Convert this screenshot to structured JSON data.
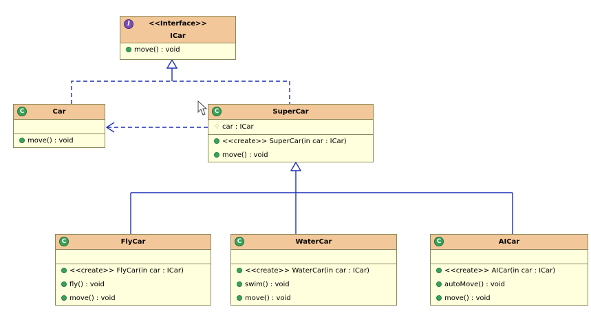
{
  "interface": {
    "stereotype": "<<Interface>>",
    "name": "ICar",
    "icon": "interface-icon",
    "operations": [
      "move() : void"
    ]
  },
  "classes": [
    {
      "key": "car",
      "name": "Car",
      "attributes": [],
      "operations": [
        "move() : void"
      ]
    },
    {
      "key": "supercar",
      "name": "SuperCar",
      "attributes": [
        "car : ICar"
      ],
      "operations": [
        "<<create>> SuperCar(in car : ICar)",
        "move() : void"
      ]
    },
    {
      "key": "flycar",
      "name": "FlyCar",
      "attributes": [],
      "operations": [
        "<<create>> FlyCar(in car : ICar)",
        "fly() : void",
        "move() : void"
      ]
    },
    {
      "key": "watercar",
      "name": "WaterCar",
      "attributes": [],
      "operations": [
        "<<create>> WaterCar(in car : ICar)",
        "swim() : void",
        "move() : void"
      ]
    },
    {
      "key": "aicar",
      "name": "AICar",
      "attributes": [],
      "operations": [
        "<<create>> AICar(in car : ICar)",
        "autoMove() : void",
        "move() : void"
      ]
    }
  ],
  "relationships": [
    {
      "type": "realization",
      "from": "Car",
      "to": "ICar"
    },
    {
      "type": "realization",
      "from": "SuperCar",
      "to": "ICar"
    },
    {
      "type": "dependency",
      "from": "SuperCar",
      "to": "Car"
    },
    {
      "type": "generalization",
      "from": "FlyCar",
      "to": "SuperCar"
    },
    {
      "type": "generalization",
      "from": "WaterCar",
      "to": "SuperCar"
    },
    {
      "type": "generalization",
      "from": "AICar",
      "to": "SuperCar"
    }
  ],
  "colors": {
    "header": "#f2c79a",
    "body": "#ffffdd",
    "edge": "#1f2fb5",
    "class_icon": "#3aa35a",
    "interface_icon": "#7a4fb8"
  }
}
